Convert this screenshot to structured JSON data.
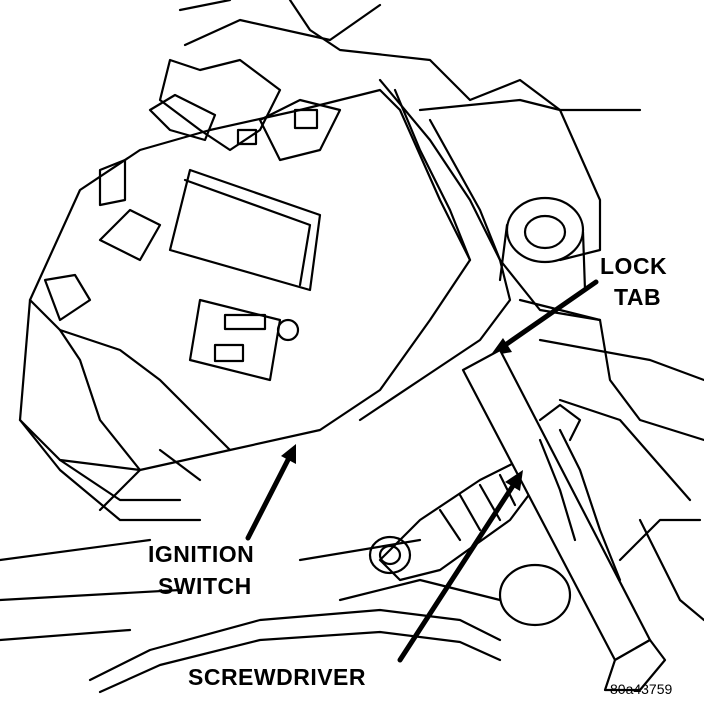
{
  "labels": {
    "lock_tab_line1": "LOCK",
    "lock_tab_line2": "TAB",
    "ignition_switch_line1": "IGNITION",
    "ignition_switch_line2": "SWITCH",
    "screwdriver": "SCREWDRIVER",
    "figure_id": "80a43759"
  }
}
